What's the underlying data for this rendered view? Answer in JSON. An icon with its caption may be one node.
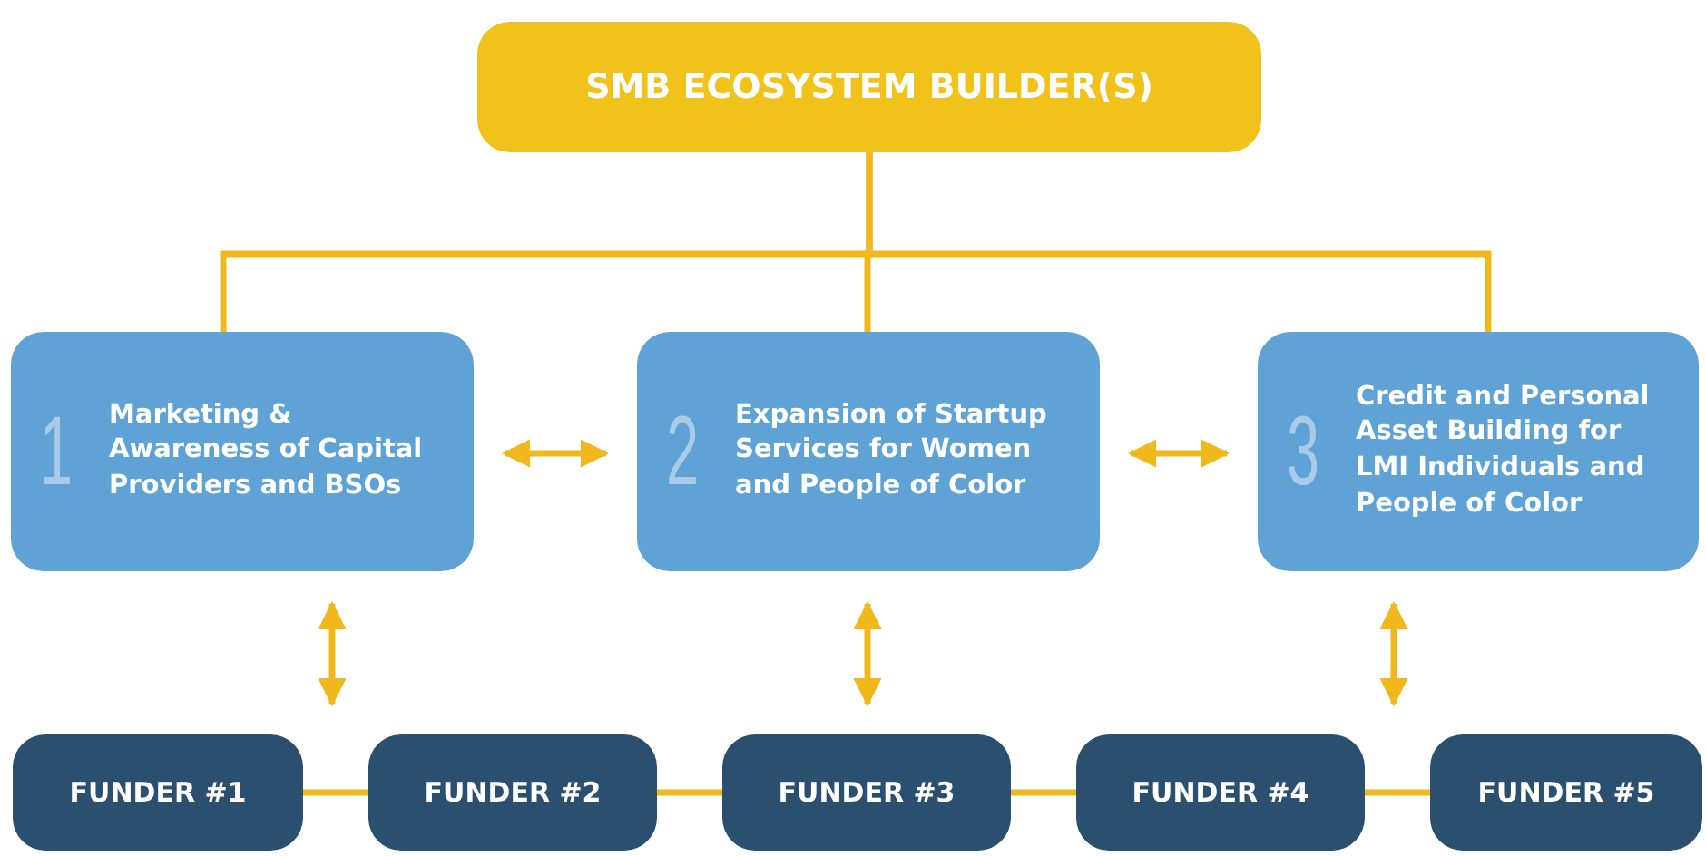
{
  "diagram": {
    "nodes": [
      {
        "text": [
          "SMB ECOSYSTEM BUILDER(S)"
        ]
      },
      {
        "text": [
          "1",
          "Marketing & Awareness of Capital Providers and BSOs"
        ]
      },
      {
        "text": [
          "2",
          "Expansion of Startup Services for Women and People of Color"
        ]
      },
      {
        "text": [
          "3",
          "Credit and Personal Asset  Building for LMI Individuals and People of Color"
        ]
      },
      {
        "text": [
          "FUNDER #1"
        ]
      },
      {
        "text": [
          "FUNDER #2"
        ]
      },
      {
        "text": [
          "FUNDER #3"
        ]
      },
      {
        "text": [
          "FUNDER #4"
        ]
      },
      {
        "text": [
          "FUNDER #5"
        ]
      }
    ],
    "edges": [
      {
        "from": 0,
        "to": 1,
        "arrow": "none"
      },
      {
        "from": 0,
        "to": 2,
        "arrow": "none"
      },
      {
        "from": 0,
        "to": 3,
        "arrow": "none"
      },
      {
        "from": 1,
        "to": 2,
        "arrow": "both"
      },
      {
        "from": 2,
        "to": 3,
        "arrow": "both"
      },
      {
        "from": 1,
        "to": 5,
        "arrow": "both"
      },
      {
        "from": 2,
        "to": 6,
        "arrow": "both"
      },
      {
        "from": 3,
        "to": 8,
        "arrow": "both"
      },
      {
        "from": 4,
        "to": 5,
        "arrow": "none"
      },
      {
        "from": 5,
        "to": 6,
        "arrow": "none"
      },
      {
        "from": 6,
        "to": 7,
        "arrow": "none"
      },
      {
        "from": 7,
        "to": 8,
        "arrow": "none"
      }
    ]
  }
}
